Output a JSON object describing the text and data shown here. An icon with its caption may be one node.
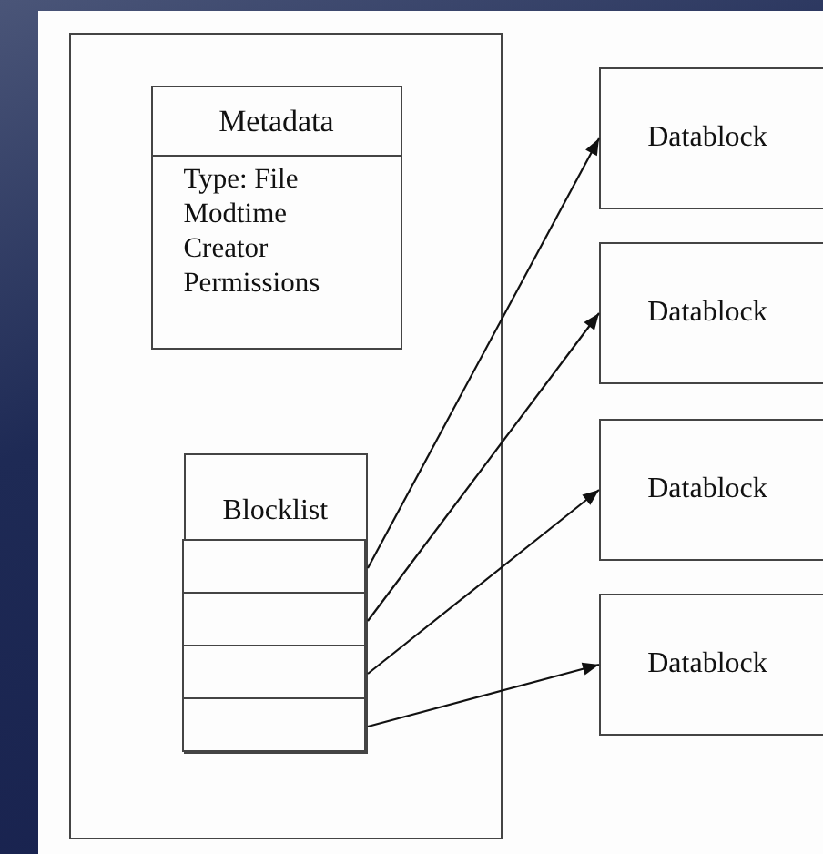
{
  "diagram": {
    "nodes": [
      {
        "text": [],
        "shape": "box"
      },
      {
        "text": [
          "Metadata",
          "Type: File",
          "Modtime",
          "Creator",
          "Permissions"
        ],
        "in": 0
      },
      {
        "text": [
          "Blocklist"
        ],
        "in": 0
      },
      {
        "text": [],
        "shape": "box",
        "in": 2
      },
      {
        "text": [],
        "shape": "box",
        "in": 2
      },
      {
        "text": [],
        "shape": "box",
        "in": 2
      },
      {
        "text": [],
        "shape": "box",
        "in": 2
      },
      {
        "text": [
          "Datablock"
        ]
      },
      {
        "text": [
          "Datablock"
        ]
      },
      {
        "text": [
          "Datablock"
        ]
      },
      {
        "text": [
          "Datablock"
        ]
      }
    ],
    "edges": [
      {
        "from": 3,
        "to": 7,
        "arrow": "to"
      },
      {
        "from": 4,
        "to": 8,
        "arrow": "to"
      },
      {
        "from": 5,
        "to": 9,
        "arrow": "to"
      },
      {
        "from": 6,
        "to": 10,
        "arrow": "to"
      }
    ]
  }
}
